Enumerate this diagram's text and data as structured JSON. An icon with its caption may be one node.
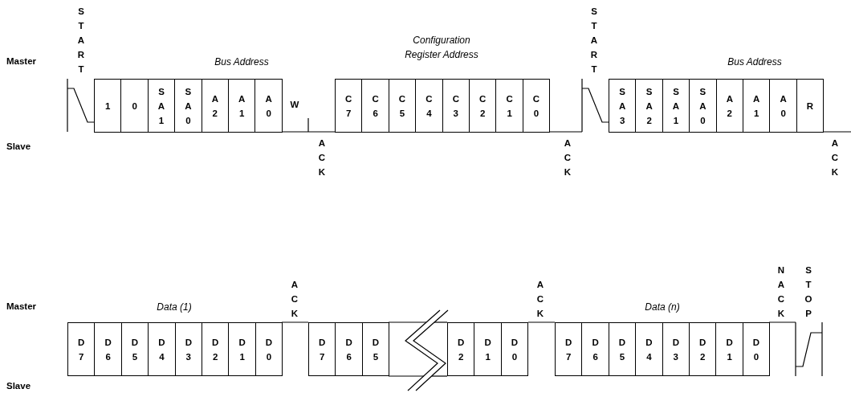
{
  "diagram": {
    "nodes": [
      {
        "text": [
          "1"
        ]
      },
      {
        "text": [
          "0"
        ]
      },
      {
        "text": [
          "SA1"
        ]
      },
      {
        "text": [
          "SA0"
        ]
      },
      {
        "text": [
          "A2"
        ]
      },
      {
        "text": [
          "A1"
        ]
      },
      {
        "text": [
          "A0"
        ]
      },
      {
        "text": [
          "C7"
        ]
      },
      {
        "text": [
          "C6"
        ]
      },
      {
        "text": [
          "C5"
        ]
      },
      {
        "text": [
          "C4"
        ]
      },
      {
        "text": [
          "C3"
        ]
      },
      {
        "text": [
          "C2"
        ]
      },
      {
        "text": [
          "C1"
        ]
      },
      {
        "text": [
          "C0"
        ]
      },
      {
        "text": [
          "SA3"
        ]
      },
      {
        "text": [
          "SA2"
        ]
      },
      {
        "text": [
          "SA1"
        ]
      },
      {
        "text": [
          "SA0"
        ]
      },
      {
        "text": [
          "A2"
        ]
      },
      {
        "text": [
          "A1"
        ]
      },
      {
        "text": [
          "A0"
        ]
      },
      {
        "text": [
          "R"
        ]
      },
      {
        "text": [
          "D7"
        ]
      },
      {
        "text": [
          "D6"
        ]
      },
      {
        "text": [
          "D5"
        ]
      },
      {
        "text": [
          "D4"
        ]
      },
      {
        "text": [
          "D3"
        ]
      },
      {
        "text": [
          "D2"
        ]
      },
      {
        "text": [
          "D1"
        ]
      },
      {
        "text": [
          "D0"
        ]
      },
      {
        "text": [
          "D7"
        ]
      },
      {
        "text": [
          "D6"
        ]
      },
      {
        "text": [
          "D5"
        ]
      },
      {
        "text": [
          "D2"
        ]
      },
      {
        "text": [
          "D1"
        ]
      },
      {
        "text": [
          "D0"
        ]
      },
      {
        "text": [
          "D7"
        ]
      },
      {
        "text": [
          "D6"
        ]
      },
      {
        "text": [
          "D5"
        ]
      },
      {
        "text": [
          "D4"
        ]
      },
      {
        "text": [
          "D3"
        ]
      },
      {
        "text": [
          "D2"
        ]
      },
      {
        "text": [
          "D1"
        ]
      },
      {
        "text": [
          "D0"
        ]
      }
    ],
    "labels": [
      "Master",
      "Slave",
      "START",
      "Bus Address",
      "W",
      "ACK",
      "Configuration Register Address",
      "ACK",
      "START",
      "Bus Address",
      "ACK",
      "Master",
      "Data (1)",
      "ACK",
      "ACK",
      "Data (n)",
      "NACK",
      "STOP",
      "Slave"
    ]
  }
}
